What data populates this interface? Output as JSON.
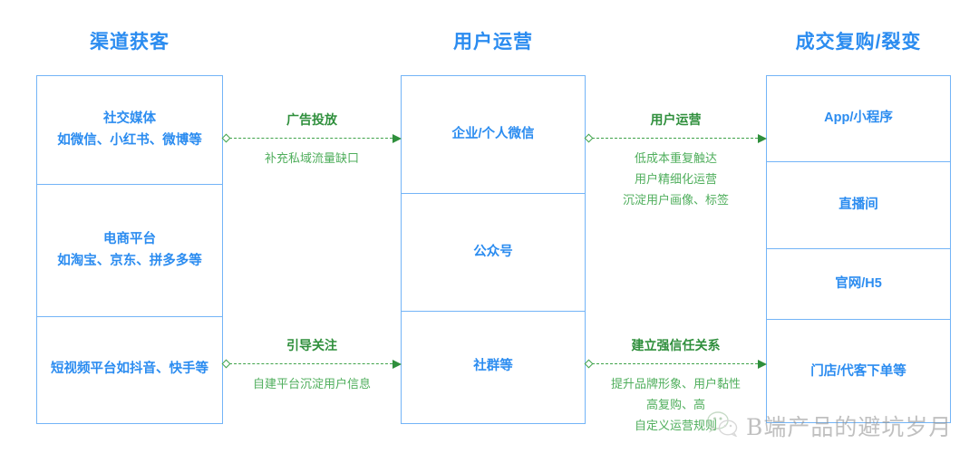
{
  "diagram": {
    "type": "flow",
    "columns": [
      {
        "id": "acquisition",
        "title": "渠道获客",
        "nodes": [
          {
            "line1": "社交媒体",
            "line2": "如微信、小红书、微博等"
          },
          {
            "line1": "电商平台",
            "line2": "如淘宝、京东、拼多多等"
          },
          {
            "line1": "短视频平台如抖音、快手等",
            "line2": ""
          }
        ]
      },
      {
        "id": "operation",
        "title": "用户运营",
        "nodes": [
          {
            "line1": "企业/个人微信",
            "line2": ""
          },
          {
            "line1": "公众号",
            "line2": ""
          },
          {
            "line1": "社群等",
            "line2": ""
          }
        ]
      },
      {
        "id": "conversion",
        "title": "成交复购/裂变",
        "nodes": [
          {
            "line1": "App/小程序",
            "line2": ""
          },
          {
            "line1": "直播间",
            "line2": ""
          },
          {
            "line1": "官网/H5",
            "line2": ""
          },
          {
            "line1": "门店/代客下单等",
            "line2": ""
          }
        ]
      }
    ],
    "connectors": [
      {
        "id": "ads",
        "title": "广告投放",
        "subtitles": [
          "补充私域流量缺口"
        ]
      },
      {
        "id": "follow",
        "title": "引导关注",
        "subtitles": [
          "自建平台沉淀用户信息"
        ]
      },
      {
        "id": "user-ops",
        "title": "用户运营",
        "subtitles": [
          "低成本重复触达",
          "用户精细化运营",
          "沉淀用户画像、标签"
        ]
      },
      {
        "id": "trust",
        "title": "建立强信任关系",
        "subtitles": [
          "提升品牌形象、用户黏性",
          "高复购、高",
          "自定义运营规则"
        ]
      }
    ]
  },
  "watermark": {
    "text": "B端产品的避坑岁月",
    "icon": "wechat-icon"
  },
  "colors": {
    "box_border": "#73b4f7",
    "box_text": "#2b8cf0",
    "title": "#2b8cf0",
    "connector": "#3fa34a",
    "connector_sub": "#4fae5c",
    "background": "#ffffff"
  }
}
